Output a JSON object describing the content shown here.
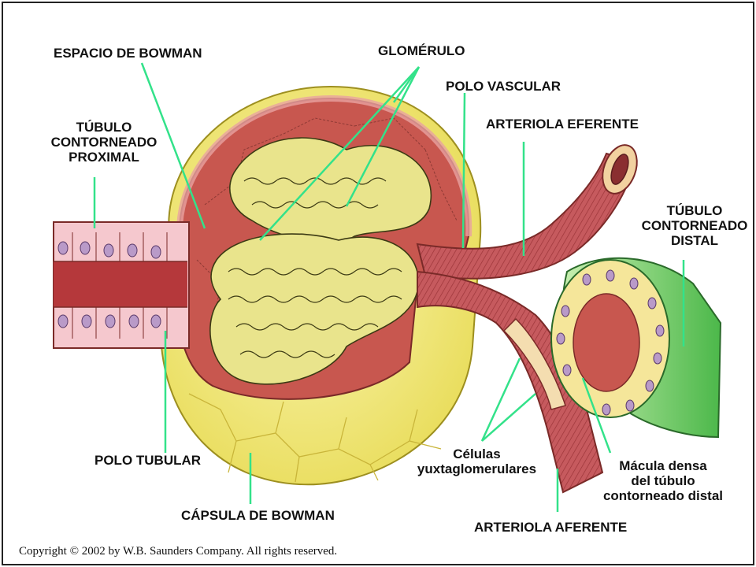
{
  "labels": {
    "espacio_bowman": "ESPACIO DE BOWMAN",
    "glomerulo": "GLOMÉRULO",
    "polo_vascular": "POLO VASCULAR",
    "tubulo_proximal": [
      "TÚBULO",
      "CONTORNEADO",
      "PROXIMAL"
    ],
    "arteriola_eferente": "ARTERIOLA EFERENTE",
    "tubulo_distal": [
      "TÚBULO",
      "CONTORNEADO",
      "DISTAL"
    ],
    "polo_tubular": "POLO TUBULAR",
    "celulas_yuxta": [
      "Células",
      "yuxtaglomerulares"
    ],
    "macula_densa": [
      "Mácula densa",
      "del túbulo",
      "contorneado distal"
    ],
    "capsula_bowman": "CÁPSULA DE BOWMAN",
    "arteriola_aferente": "ARTERIOLA AFERENTE"
  },
  "copyright": "Copyright © 2002 by W.B. Saunders Company. All rights reserved.",
  "colors": {
    "capsule": "#f2ea7a",
    "capsule_edge": "#b8a92a",
    "bowman_space": "#c5544c",
    "tubule_wall": "#f4c6cc",
    "tubule_lumen": "#b0363a",
    "glomerulus": "#e8e38a",
    "glomerulus_line": "#3c3a14",
    "arteriole": "#c65a5e",
    "distal_tubule": "#7fd06a",
    "leader": "#33e28a"
  }
}
